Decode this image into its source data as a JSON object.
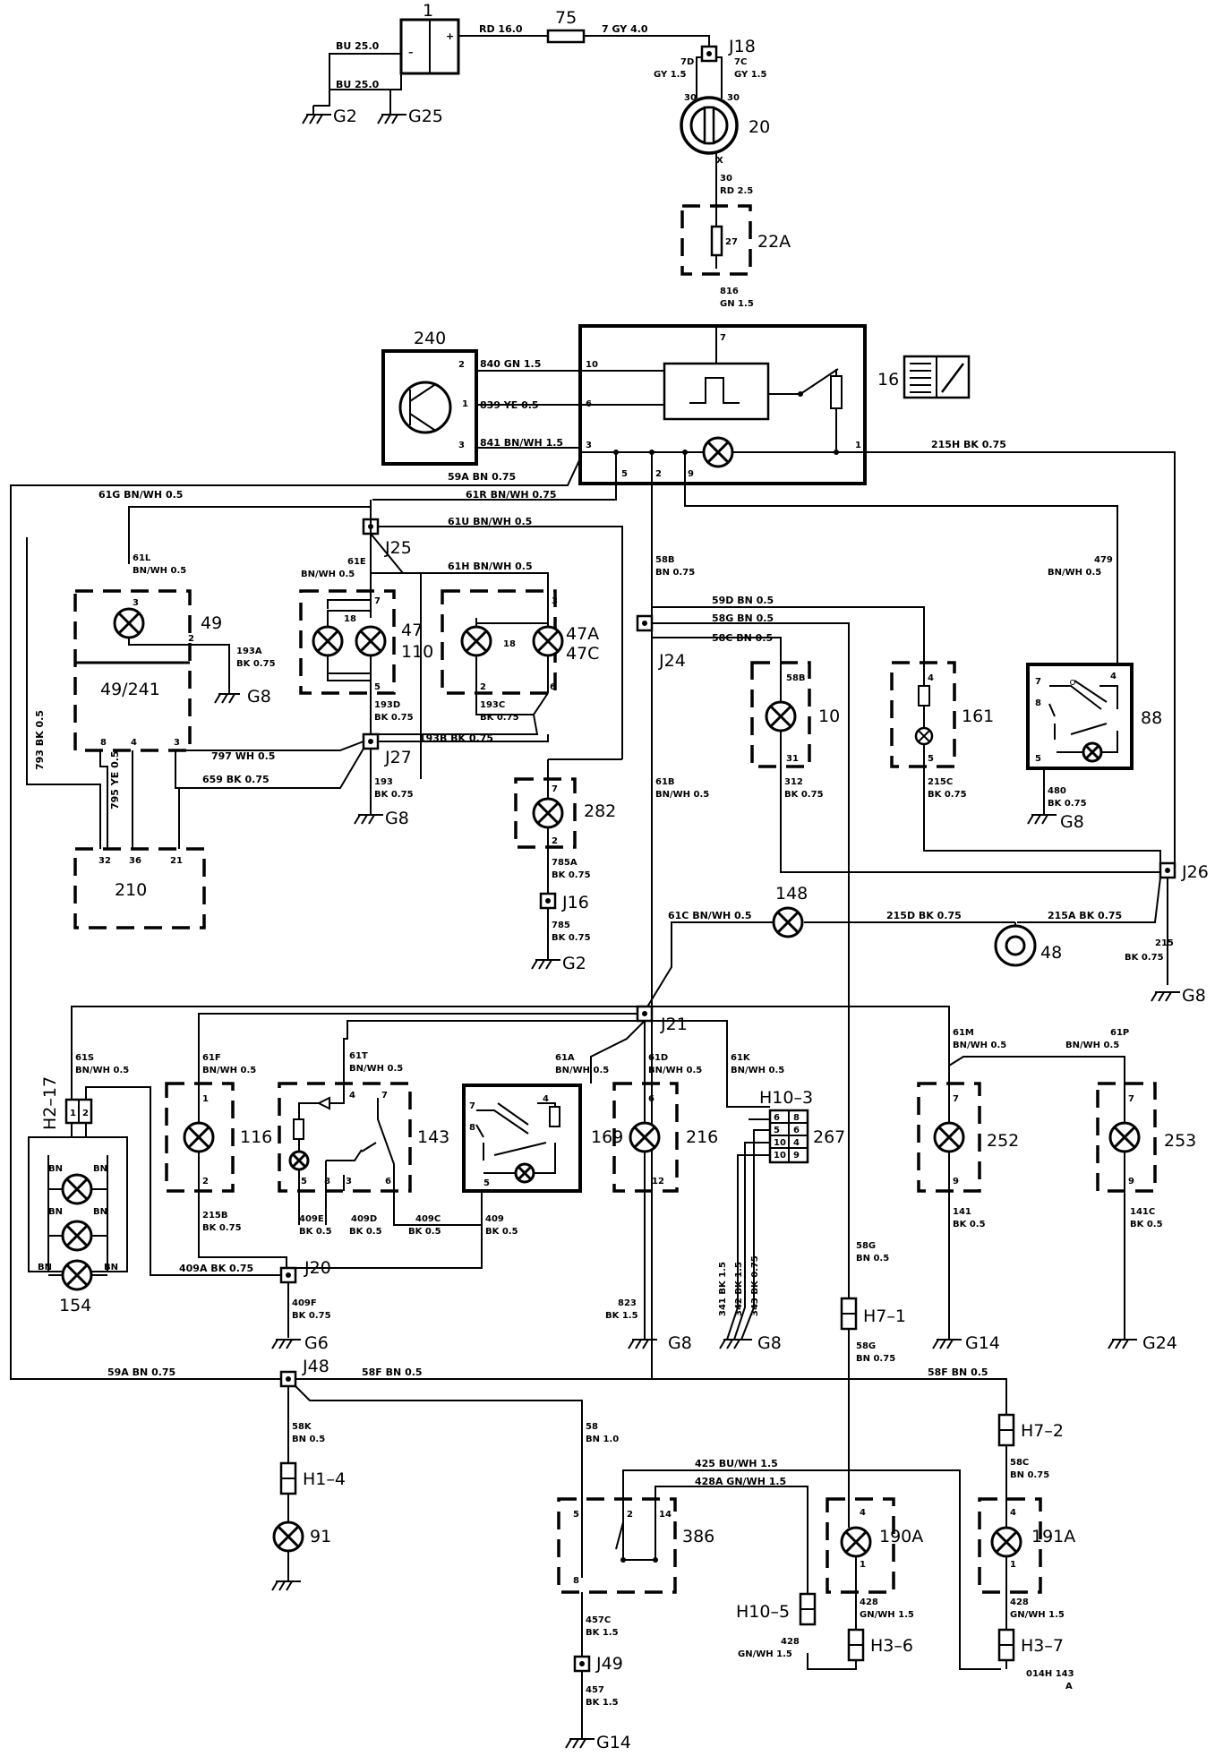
{
  "components": {
    "battery": "1",
    "fuse_75": "75",
    "ignition_switch": "20",
    "fuse_box": "22A",
    "fuse_27": "27",
    "relay_16": "16",
    "transistor_240": "240",
    "lamp_49": "49",
    "module_49_241": "49/241",
    "lamp_47": "47",
    "lamp_47_b": "110",
    "lamp_47a": "47A",
    "lamp_47c": "47C",
    "bulb_18a": "18",
    "bulb_18b": "18",
    "module_210": "210",
    "lamp_282": "282",
    "lamp_10": "10",
    "lamp_161": "161",
    "switch_88": "88",
    "buzzer_48": "48",
    "lamp_148": "148",
    "lamp_154": "154",
    "lamp_116": "116",
    "switch_143": "143",
    "switch_169": "169",
    "lamp_216": "216",
    "conn_267": "267",
    "lamp_252": "252",
    "lamp_253": "253",
    "lamp_91": "91",
    "relay_386": "386",
    "lamp_190a": "190A",
    "lamp_191a": "191A"
  },
  "junctions": {
    "J18": "J18",
    "J25": "J25",
    "J27": "J27",
    "J24": "J24",
    "J16": "J16",
    "J26": "J26",
    "J21": "J21",
    "J20": "J20",
    "J48": "J48",
    "J49": "J49"
  },
  "grounds": {
    "G2a": "G2",
    "G25": "G25",
    "G8a": "G8",
    "G8b": "G8",
    "G2b": "G2",
    "G8c": "G8",
    "G8d": "G8",
    "G6": "G6",
    "G8e": "G8",
    "G8f": "G8",
    "G14a": "G14",
    "G24": "G24",
    "G14b": "G14"
  },
  "connectors": {
    "H2_17": "H2–17",
    "H10_3": "H10–3",
    "H7_1": "H7–1",
    "H7_2": "H7–2",
    "H1_4": "H1–4",
    "H10_5": "H10–5",
    "H3_6": "H3–6",
    "H3_7": "H3–7"
  },
  "wires": {
    "bu25a": "BU 25.0",
    "bu25b": "BU 25.0",
    "rd16": "RD 16.0",
    "gy4": "7 GY 4.0",
    "w7d": "7D",
    "gy15a": "GY 1.5",
    "w7c": "7C",
    "gy15b": "GY 1.5",
    "w30a": "30",
    "w30b": "30",
    "wx": "X",
    "w30c": "30",
    "rd25": "RD 2.5",
    "w816": "816",
    "gn15": "GN 1.5",
    "w840": "840  GN 1.5",
    "w839": "839  YE 0.5",
    "w841": "841  BN/WH 1.5",
    "w215h": "215H  BK 0.75",
    "w59a": "59A  BN 0.75",
    "w61r": "61R  BN/WH 0.75",
    "w61g": "61G  BN/WH 0.5",
    "w61u": "61U  BN/WH 0.5",
    "w61h": "61H  BN/WH 0.5",
    "w61l": "61L",
    "w61l_c": "BN/WH 0.5",
    "w61e": "61E",
    "w61e_c": "BN/WH 0.5",
    "w193a": "193A",
    "w193a_c": "BK 0.75",
    "w193d": "193D",
    "w193d_c": "BK 0.75",
    "w193c": "193C",
    "w193c_c": "BK 0.75",
    "w193b": "193B  BK 0.75",
    "w797": "797  WH 0.5",
    "w659": "659  BK 0.75",
    "w193": "193",
    "w193_c": "BK 0.75",
    "w793": "793  BK 0.5",
    "w795": "795  YE 0.5",
    "w58b": "58B",
    "w58b_c": "BN 0.75",
    "w59d": "59D  BN 0.5",
    "w58g": "58G  BN 0.5",
    "w58c": "58C  BN 0.5",
    "w479": "479",
    "w479_c": "BN/WH 0.5",
    "w312": "312",
    "w312_c": "BK 0.75",
    "w215c": "215C",
    "w215c_c": "BK 0.75",
    "w480": "480",
    "w480_c": "BK 0.75",
    "w61b": "61B",
    "w61b_c": "BN/WH 0.5",
    "w785a": "785A",
    "w785a_c": "BK 0.75",
    "w785": "785",
    "w785_c": "BK 0.75",
    "w61c": "61C  BN/WH 0.5",
    "w215d": "215D  BK 0.75",
    "w215a": "215A  BK 0.75",
    "w215": "215",
    "w215_c": "BK 0.75",
    "w61s": "61S",
    "w61s_c": "BN/WH 0.5",
    "w61f": "61F",
    "w61f_c": "BN/WH 0.5",
    "w61t": "61T",
    "w61t_c": "BN/WH 0.5",
    "w61a": "61A",
    "w61a_c": "BN/WH 0.5",
    "w61d": "61D",
    "w61d_c": "BN/WH 0.5",
    "w61k": "61K",
    "w61k_c": "BN/WH 0.5",
    "w61m": "61M",
    "w61m_c": "BN/WH 0.5",
    "w61p": "61P",
    "w61p_c": "BN/WH 0.5",
    "w215b": "215B",
    "w215b_c": "BK 0.75",
    "w409e": "409E",
    "w409e_c": "BK 0.5",
    "w409d": "409D",
    "w409d_c": "BK 0.5",
    "w409c": "409C",
    "w409c_c": "BK 0.5",
    "w409": "409",
    "w409_c": "BK 0.5",
    "w409a": "409A  BK 0.75",
    "w409f": "409F",
    "w409f_c": "BK 0.75",
    "w823": "823",
    "w823_c": "BK 1.5",
    "w341": "341  BK 1.5",
    "w342": "342  BK 1.5",
    "w343": "343  BK 0.75",
    "w141": "141",
    "w141_c": "BK 0.5",
    "w141c": "141C",
    "w141c_c": "BK 0.5",
    "w58g2": "58G",
    "w58g2_c": "BN 0.5",
    "w58g3": "58G",
    "w58g3_c": "BN 0.75",
    "w59a2": "59A  BN 0.75",
    "w58f": "58F  BN 0.5",
    "w58f2": "58F  BN 0.5",
    "w58k": "58K",
    "w58k_c": "BN 0.5",
    "w58": "58",
    "w58_c": "BN 1.0",
    "w425": "425  BU/WH 1.5",
    "w428a": "428A  GN/WH 1.5",
    "w58c2": "58C",
    "w58c2_c": "BN 0.75",
    "w428a2": "428",
    "w428a2_c": "GN/WH 1.5",
    "w428b": "428",
    "w428b_c": "GN/WH 1.5",
    "w428c": "428",
    "w428c_c": "GN/WH 1.5",
    "w457c": "457C",
    "w457c_c": "BK 1.5",
    "w457": "457",
    "w457_c": "BK 1.5",
    "bn1": "BN",
    "bn2": "BN",
    "bn3": "BN",
    "bn4": "BN",
    "bn5": "BN",
    "bn6": "BN"
  },
  "footer": {
    "code": "014H 143",
    "rev": "A"
  }
}
